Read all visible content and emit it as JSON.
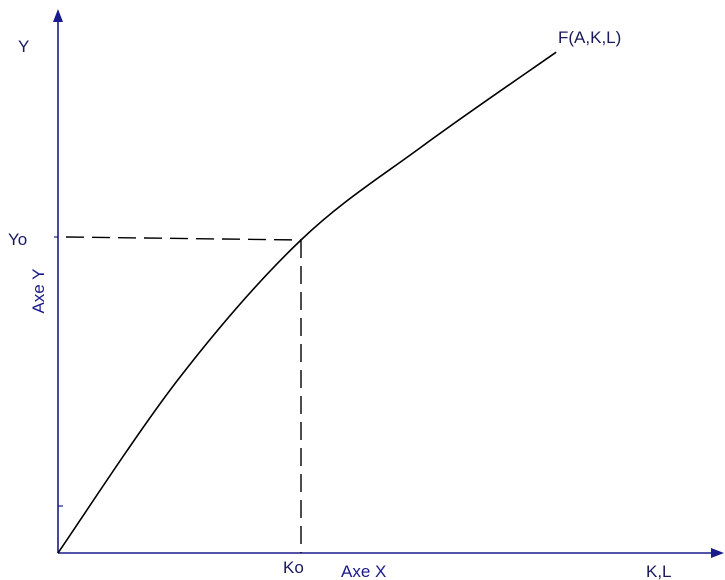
{
  "chart_data": {
    "type": "line",
    "title": "",
    "xlabel": "Axe X",
    "ylabel": "Axe Y",
    "y_axis_end_label": "Y",
    "x_axis_end_label": "K,L",
    "curve_label": "F(A,K,L)",
    "x_tick_labels": [
      "Ko"
    ],
    "y_tick_labels": [
      "Yo"
    ],
    "series": [
      {
        "name": "F(A,K,L)",
        "x": [
          0,
          0.5,
          1.0,
          1.5,
          2.05
        ],
        "y": [
          0,
          0.56,
          1.0,
          1.3,
          1.6
        ]
      }
    ],
    "reference_point": {
      "x": 1.0,
      "y": 1.0
    },
    "grid": false,
    "colors": {
      "axis": "#1a1a8c",
      "curve": "#000000",
      "guide": "#000000"
    }
  }
}
